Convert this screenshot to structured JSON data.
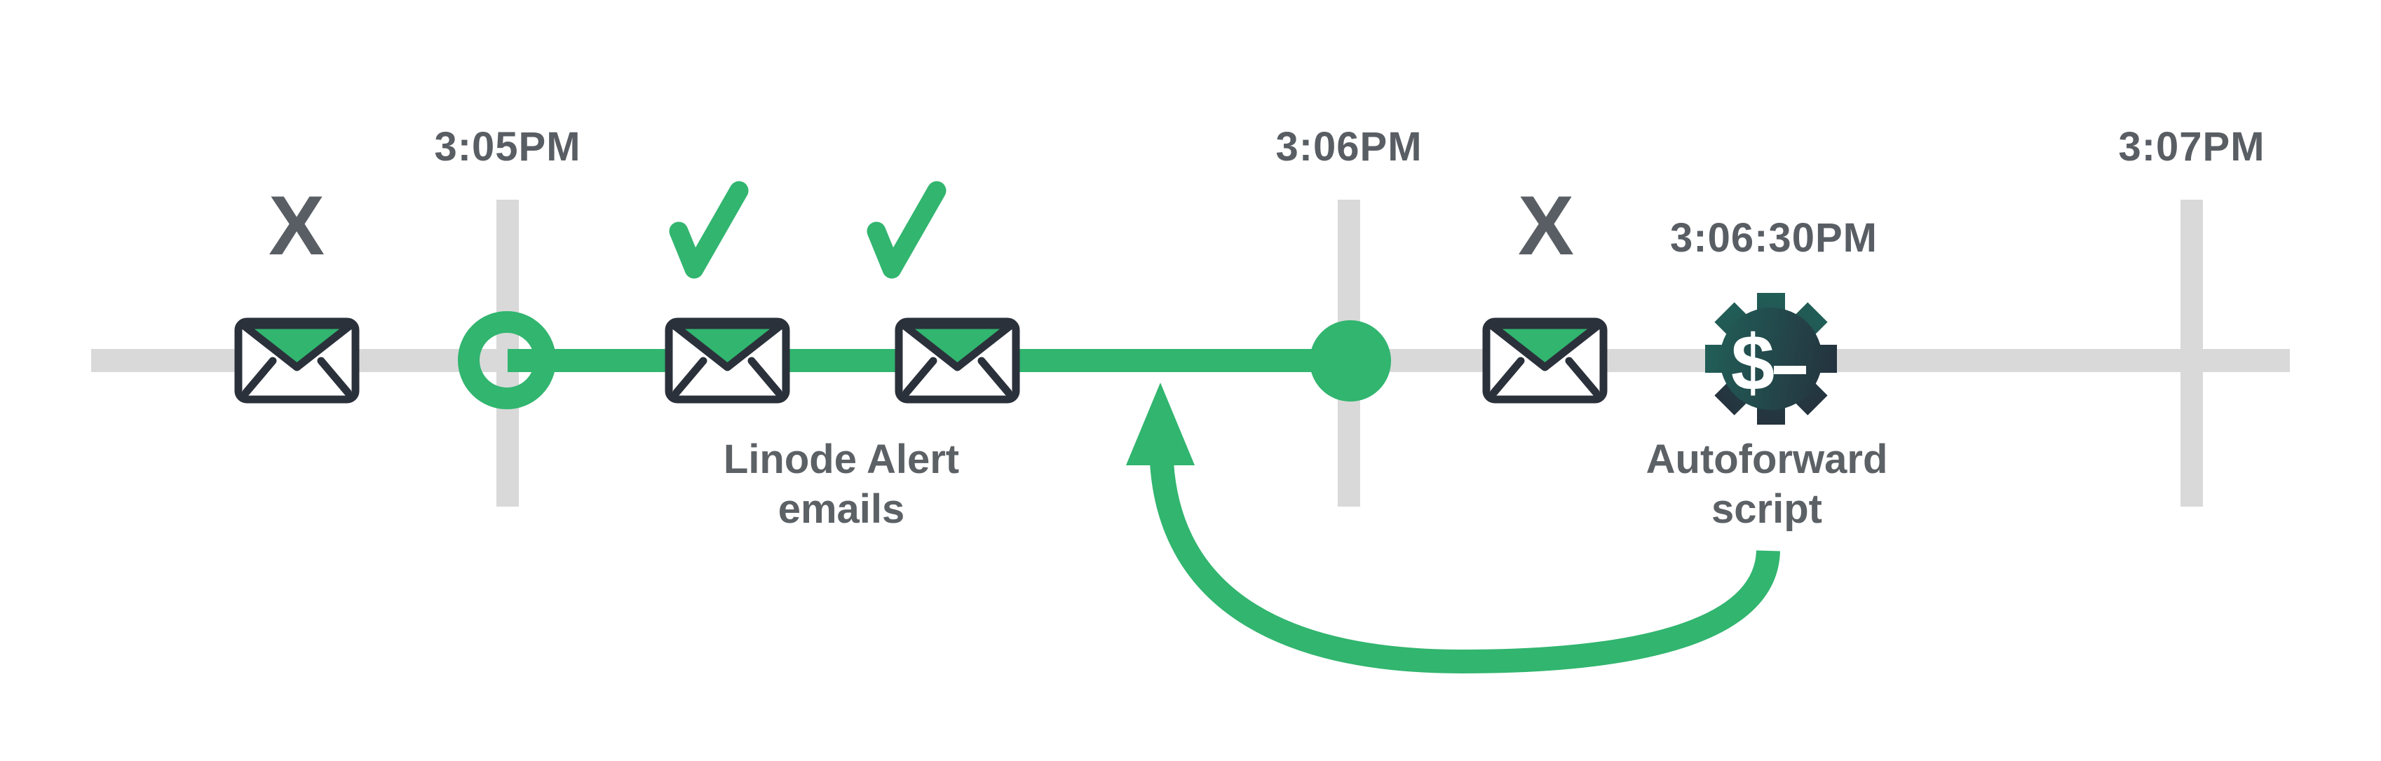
{
  "diagram": {
    "description": "Timeline of Linode Alert emails and Autoforward script",
    "colors": {
      "green": "#31b56f",
      "track_gray": "#d9d9d9",
      "text_gray": "#5c6166",
      "envelope_outline": "#2b313b",
      "gear_gradient_start": "#215f58",
      "gear_gradient_end": "#25323e",
      "background": "#ffffff"
    },
    "timeline": {
      "ticks": [
        {
          "label": "3:05PM"
        },
        {
          "label": "3:06PM"
        },
        {
          "label": "3:07PM"
        }
      ],
      "nodes": [
        {
          "type": "open-ring",
          "at": "3:05PM"
        },
        {
          "type": "filled-dot",
          "at": "3:06PM"
        }
      ]
    },
    "emails": [
      {
        "mark": "X",
        "delivered": false
      },
      {
        "mark": "check",
        "delivered": true
      },
      {
        "mark": "check",
        "delivered": true
      },
      {
        "mark": "X",
        "delivered": false
      }
    ],
    "labels": {
      "linode_alert": {
        "line1": "Linode Alert",
        "line2": "emails"
      },
      "autoforward": {
        "line1": "Autoforward",
        "line2": "script",
        "time": "3:06:30PM"
      }
    },
    "icons": {
      "gear_symbol": "$",
      "names": [
        "envelope-icon",
        "check-icon",
        "x-mark",
        "gear-dollar-icon",
        "curved-arrow-icon"
      ]
    }
  }
}
